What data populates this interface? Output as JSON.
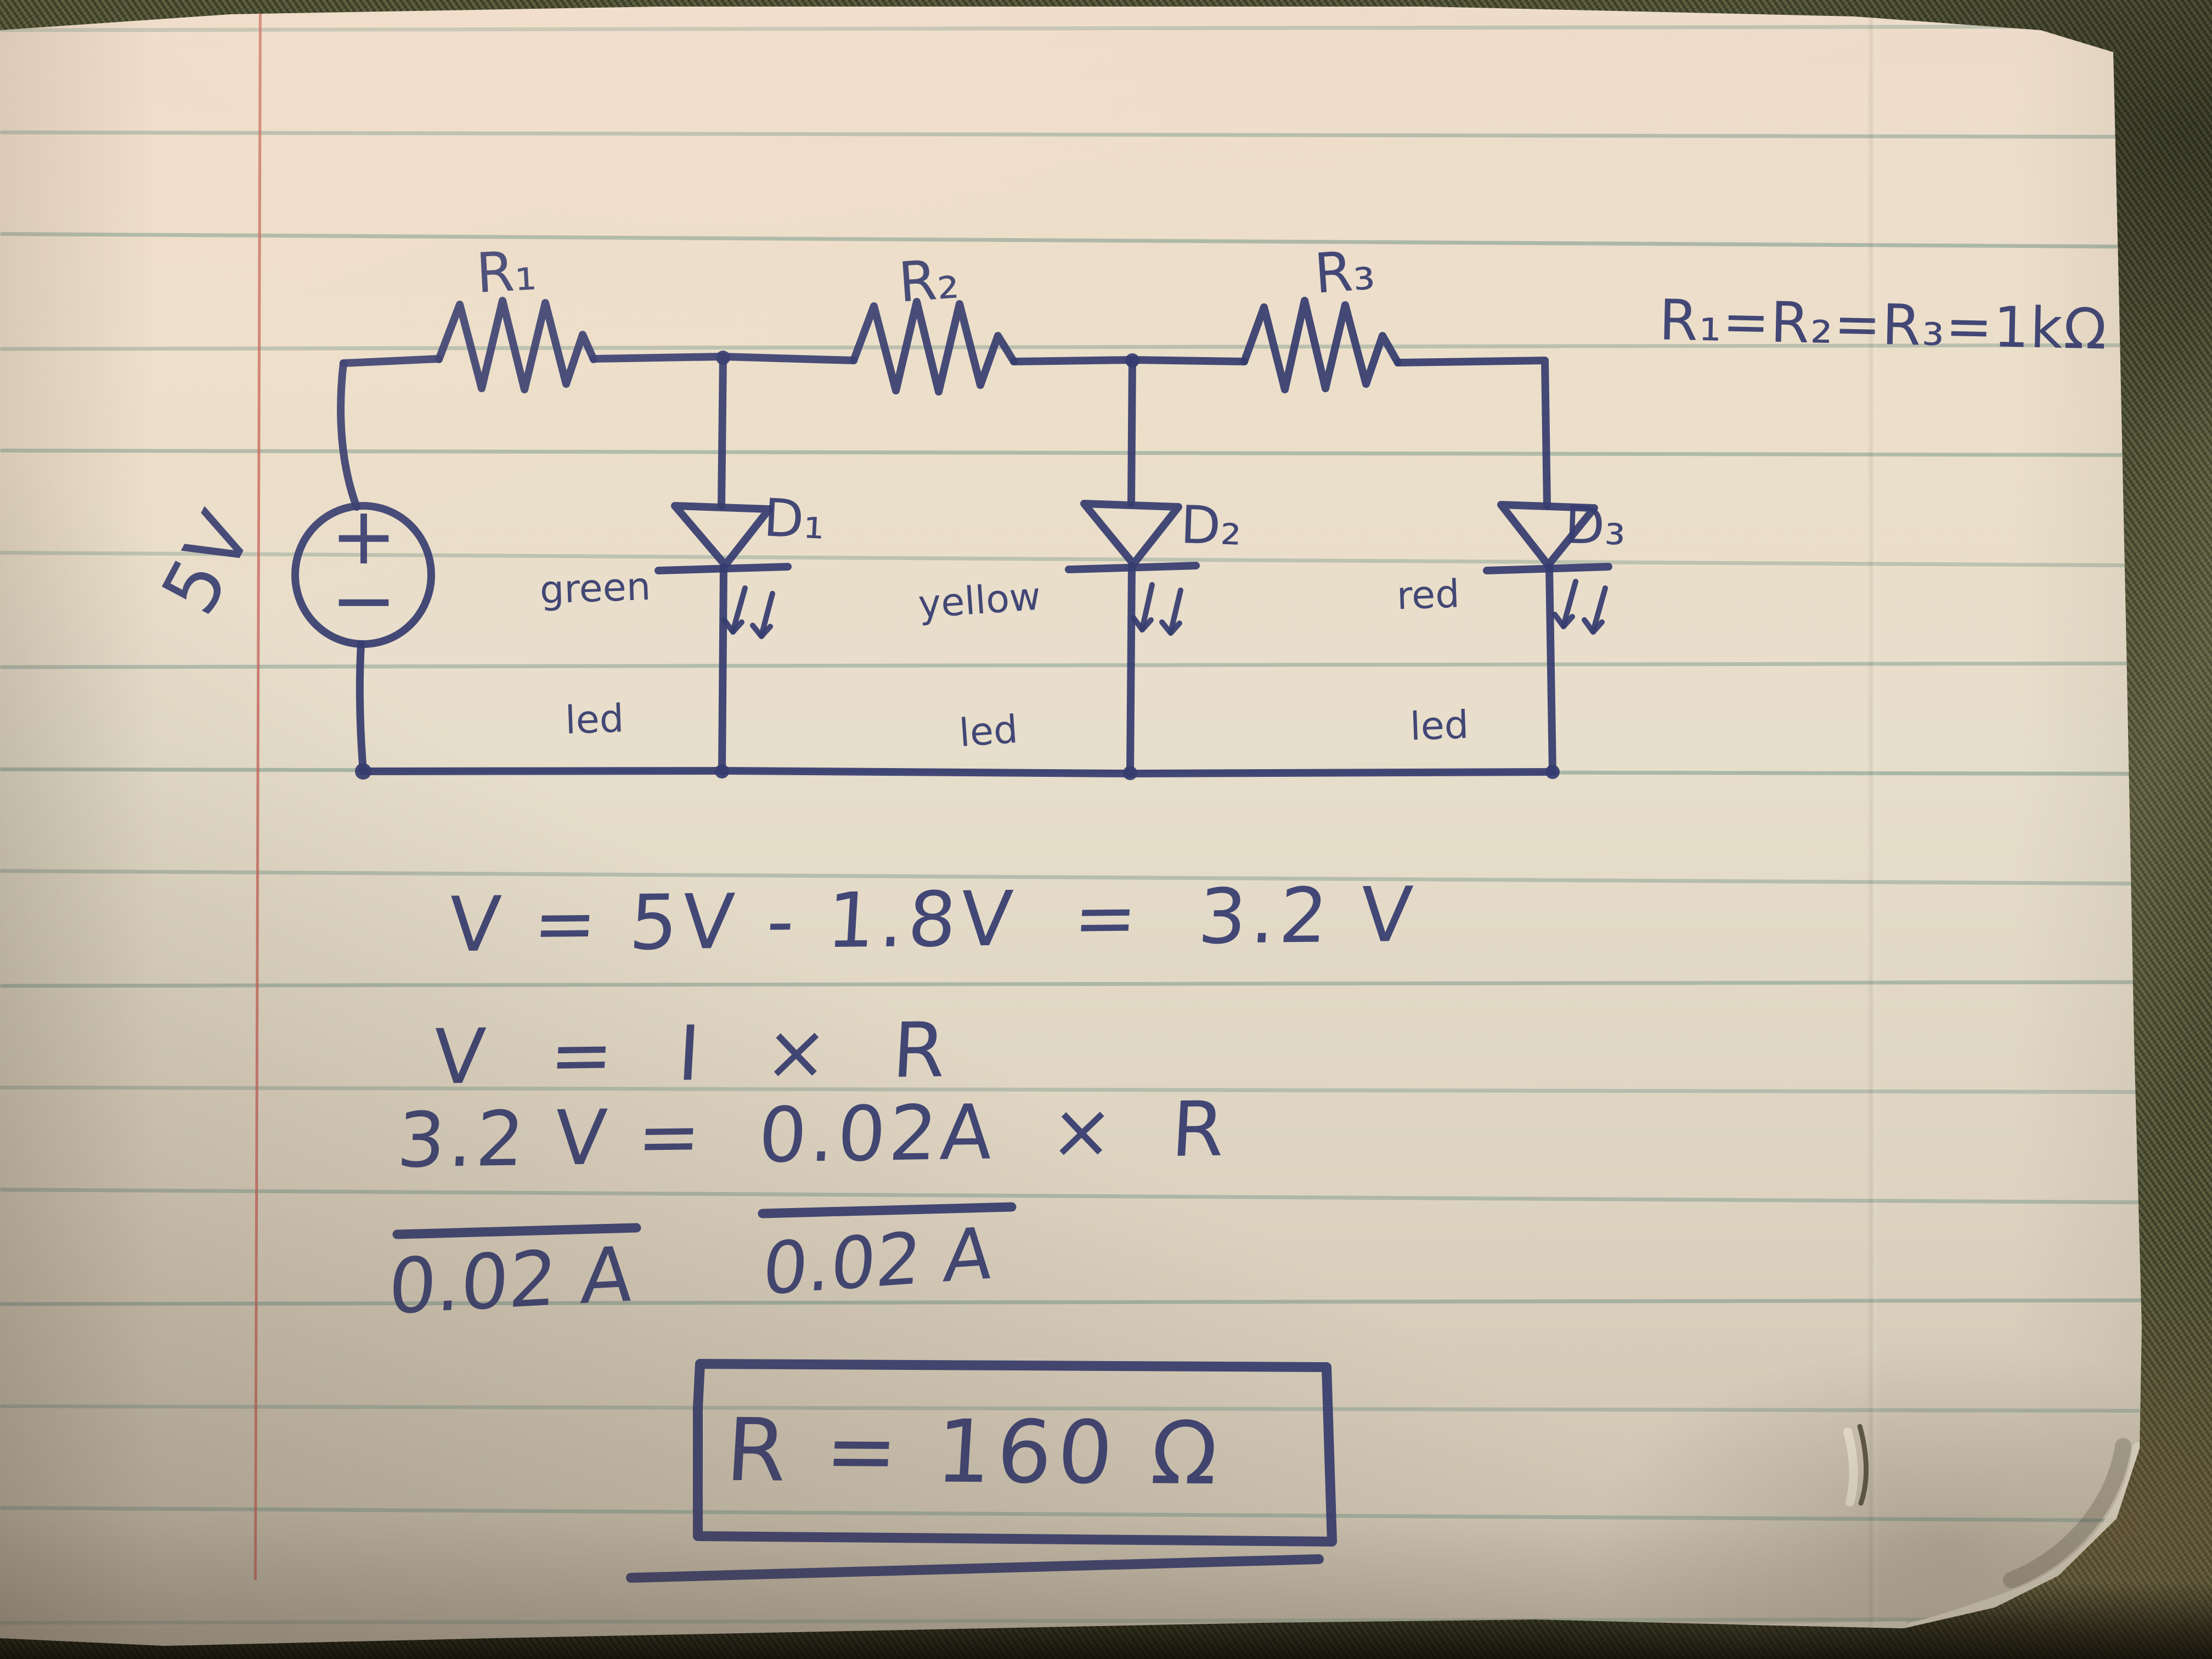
{
  "colors": {
    "ink": "#363c6f",
    "paper": "#e8dfca",
    "fabric": "#565839",
    "margin_line": "#c7645a",
    "ruled_line": "#7e9b8d"
  },
  "circuit": {
    "resistors": {
      "r1": "R₁",
      "r2": "R₂",
      "r3": "R₃"
    },
    "note": "R₁=R₂=R₃=1kΩ",
    "source": {
      "label": "5V",
      "plus": "+",
      "minus": "−"
    },
    "leds": {
      "d1": {
        "color": "green",
        "type_word": "led",
        "label": "D₁"
      },
      "d2": {
        "color": "yellow",
        "type_word": "led",
        "label": "D₂"
      },
      "d3": {
        "color": "red",
        "type_word": "led",
        "label": "D₃"
      }
    }
  },
  "equations": {
    "line1": "V = 5V - 1.8V  =  3.2 V",
    "line2": "V  =  I  ×  R",
    "line3": "3.2 V =  0.02A  ×  R",
    "denominator_left": "0.02 A",
    "denominator_right": "0.02 A",
    "result": "R = 160 Ω"
  }
}
